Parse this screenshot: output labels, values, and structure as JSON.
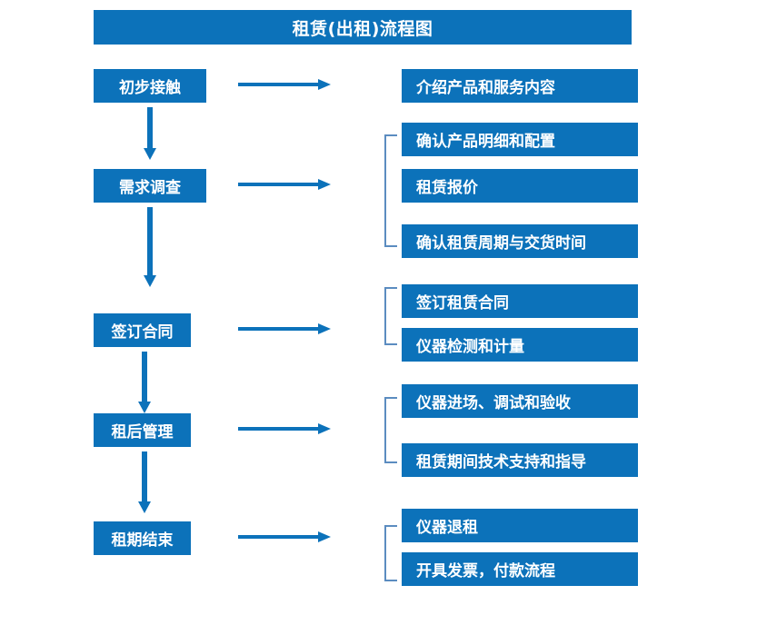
{
  "diagram": {
    "title": "租赁(出租)流程图",
    "accent_color": "#0C72BA",
    "bracket_color": "#5B8CC0",
    "arrow_color": "#0C72BA",
    "stages": [
      {
        "label": "初步接触",
        "details": [
          "介绍产品和服务内容"
        ],
        "grouped": false
      },
      {
        "label": "需求调查",
        "details": [
          "确认产品明细和配置",
          "租赁报价",
          "确认租赁周期与交货时间"
        ],
        "grouped": true
      },
      {
        "label": "签订合同",
        "details": [
          "签订租赁合同",
          "仪器检测和计量"
        ],
        "grouped": true
      },
      {
        "label": "租后管理",
        "details": [
          "仪器进场、调试和验收",
          "租赁期间技术支持和指导"
        ],
        "grouped": true
      },
      {
        "label": "租期结束",
        "details": [
          "仪器退租",
          "开具发票，付款流程"
        ],
        "grouped": true
      }
    ]
  }
}
